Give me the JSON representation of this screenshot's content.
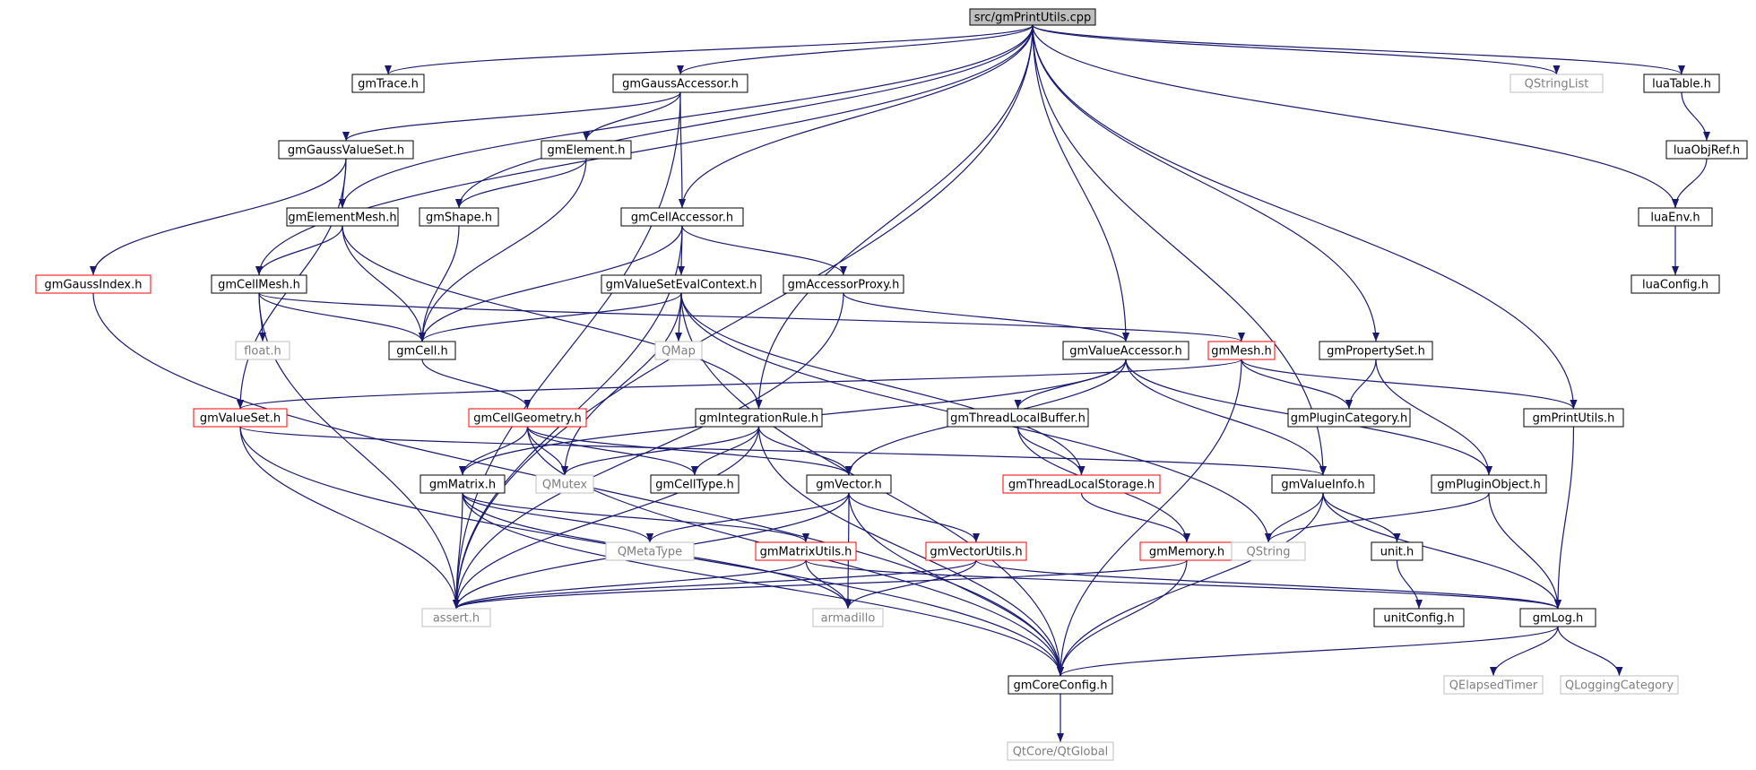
{
  "colors": {
    "edge": "#191970",
    "border_normal": "#000000",
    "border_incomplete": "#ff0000",
    "border_external": "#bfbfbf",
    "root_fill": "#bfbfbf",
    "node_fill": "#ffffff",
    "text_normal": "#000000",
    "text_external": "#7f7f7f"
  },
  "nodes": [
    {
      "id": "root",
      "label": "src/gmPrintUtils.cpp",
      "kind": "root"
    },
    {
      "id": "gmTrace",
      "label": "gmTrace.h",
      "kind": "normal"
    },
    {
      "id": "gmGaussAccessor",
      "label": "gmGaussAccessor.h",
      "kind": "normal"
    },
    {
      "id": "QStringList",
      "label": "QStringList",
      "kind": "external"
    },
    {
      "id": "luaTable",
      "label": "luaTable.h",
      "kind": "normal"
    },
    {
      "id": "luaObjRef",
      "label": "luaObjRef.h",
      "kind": "normal"
    },
    {
      "id": "gmGaussValueSet",
      "label": "gmGaussValueSet.h",
      "kind": "normal"
    },
    {
      "id": "gmElement",
      "label": "gmElement.h",
      "kind": "normal"
    },
    {
      "id": "gmElementMesh",
      "label": "gmElementMesh.h",
      "kind": "normal"
    },
    {
      "id": "gmShape",
      "label": "gmShape.h",
      "kind": "normal"
    },
    {
      "id": "gmCellAccessor",
      "label": "gmCellAccessor.h",
      "kind": "normal"
    },
    {
      "id": "luaEnv",
      "label": "luaEnv.h",
      "kind": "normal"
    },
    {
      "id": "gmGaussIndex",
      "label": "gmGaussIndex.h",
      "kind": "incomplete"
    },
    {
      "id": "gmCellMesh",
      "label": "gmCellMesh.h",
      "kind": "normal"
    },
    {
      "id": "gmValueSetEvalContext",
      "label": "gmValueSetEvalContext.h",
      "kind": "normal"
    },
    {
      "id": "gmAccessorProxy",
      "label": "gmAccessorProxy.h",
      "kind": "normal"
    },
    {
      "id": "luaConfig",
      "label": "luaConfig.h",
      "kind": "normal"
    },
    {
      "id": "float",
      "label": "float.h",
      "kind": "external"
    },
    {
      "id": "gmCell",
      "label": "gmCell.h",
      "kind": "normal"
    },
    {
      "id": "QMap",
      "label": "QMap",
      "kind": "external"
    },
    {
      "id": "gmValueAccessor",
      "label": "gmValueAccessor.h",
      "kind": "normal"
    },
    {
      "id": "gmMesh",
      "label": "gmMesh.h",
      "kind": "incomplete"
    },
    {
      "id": "gmPropertySet",
      "label": "gmPropertySet.h",
      "kind": "normal"
    },
    {
      "id": "gmValueSet",
      "label": "gmValueSet.h",
      "kind": "incomplete"
    },
    {
      "id": "gmCellGeometry",
      "label": "gmCellGeometry.h",
      "kind": "incomplete"
    },
    {
      "id": "gmIntegrationRule",
      "label": "gmIntegrationRule.h",
      "kind": "normal"
    },
    {
      "id": "gmThreadLocalBuffer",
      "label": "gmThreadLocalBuffer.h",
      "kind": "normal"
    },
    {
      "id": "gmPluginCategory",
      "label": "gmPluginCategory.h",
      "kind": "normal"
    },
    {
      "id": "gmPrintUtilsH",
      "label": "gmPrintUtils.h",
      "kind": "normal"
    },
    {
      "id": "gmMatrix",
      "label": "gmMatrix.h",
      "kind": "normal"
    },
    {
      "id": "QMutex",
      "label": "QMutex",
      "kind": "external"
    },
    {
      "id": "gmCellType",
      "label": "gmCellType.h",
      "kind": "normal"
    },
    {
      "id": "gmVector",
      "label": "gmVector.h",
      "kind": "normal"
    },
    {
      "id": "gmThreadLocalStorage",
      "label": "gmThreadLocalStorage.h",
      "kind": "incomplete"
    },
    {
      "id": "gmValueInfo",
      "label": "gmValueInfo.h",
      "kind": "normal"
    },
    {
      "id": "gmPluginObject",
      "label": "gmPluginObject.h",
      "kind": "normal"
    },
    {
      "id": "QMetaType",
      "label": "QMetaType",
      "kind": "external"
    },
    {
      "id": "gmMatrixUtils",
      "label": "gmMatrixUtils.h",
      "kind": "incomplete"
    },
    {
      "id": "gmVectorUtils",
      "label": "gmVectorUtils.h",
      "kind": "incomplete"
    },
    {
      "id": "gmMemory",
      "label": "gmMemory.h",
      "kind": "incomplete"
    },
    {
      "id": "QString",
      "label": "QString",
      "kind": "external"
    },
    {
      "id": "unit",
      "label": "unit.h",
      "kind": "normal"
    },
    {
      "id": "assert",
      "label": "assert.h",
      "kind": "external"
    },
    {
      "id": "armadillo",
      "label": "armadillo",
      "kind": "external"
    },
    {
      "id": "unitConfig",
      "label": "unitConfig.h",
      "kind": "normal"
    },
    {
      "id": "gmLog",
      "label": "gmLog.h",
      "kind": "normal"
    },
    {
      "id": "gmCoreConfig",
      "label": "gmCoreConfig.h",
      "kind": "normal"
    },
    {
      "id": "QElapsedTimer",
      "label": "QElapsedTimer",
      "kind": "external"
    },
    {
      "id": "QLoggingCategory",
      "label": "QLoggingCategory",
      "kind": "external"
    },
    {
      "id": "QtGlobal",
      "label": "QtCore/QtGlobal",
      "kind": "external"
    }
  ],
  "edges": [
    [
      "root",
      "gmTrace"
    ],
    [
      "root",
      "gmGaussAccessor"
    ],
    [
      "root",
      "QStringList"
    ],
    [
      "root",
      "luaTable"
    ],
    [
      "root",
      "luaEnv"
    ],
    [
      "root",
      "gmElementMesh"
    ],
    [
      "root",
      "gmShape"
    ],
    [
      "root",
      "gmCellMesh"
    ],
    [
      "root",
      "gmCellAccessor"
    ],
    [
      "root",
      "gmValueAccessor"
    ],
    [
      "root",
      "gmIntegrationRule"
    ],
    [
      "root",
      "gmPropertySet"
    ],
    [
      "root",
      "gmPrintUtilsH"
    ],
    [
      "root",
      "gmValueInfo"
    ],
    [
      "root",
      "assert"
    ],
    [
      "luaTable",
      "luaObjRef"
    ],
    [
      "luaObjRef",
      "luaEnv"
    ],
    [
      "luaEnv",
      "luaConfig"
    ],
    [
      "gmGaussAccessor",
      "gmGaussValueSet"
    ],
    [
      "gmGaussAccessor",
      "gmElement"
    ],
    [
      "gmGaussAccessor",
      "gmCellAccessor"
    ],
    [
      "gmGaussAccessor",
      "assert"
    ],
    [
      "gmGaussValueSet",
      "gmGaussIndex"
    ],
    [
      "gmGaussValueSet",
      "gmElementMesh"
    ],
    [
      "gmGaussValueSet",
      "gmValueSet"
    ],
    [
      "gmElement",
      "gmShape"
    ],
    [
      "gmElement",
      "gmCell"
    ],
    [
      "gmElementMesh",
      "gmCellMesh"
    ],
    [
      "gmElementMesh",
      "gmCell"
    ],
    [
      "gmElementMesh",
      "gmIntegrationRule"
    ],
    [
      "gmShape",
      "gmCell"
    ],
    [
      "gmCellAccessor",
      "gmCell"
    ],
    [
      "gmCellAccessor",
      "gmValueSetEvalContext"
    ],
    [
      "gmCellAccessor",
      "gmAccessorProxy"
    ],
    [
      "gmCellAccessor",
      "assert"
    ],
    [
      "gmCellMesh",
      "float"
    ],
    [
      "gmCellMesh",
      "gmCell"
    ],
    [
      "gmCellMesh",
      "gmMesh"
    ],
    [
      "gmCellMesh",
      "assert"
    ],
    [
      "gmValueSetEvalContext",
      "gmCell"
    ],
    [
      "gmValueSetEvalContext",
      "QMap"
    ],
    [
      "gmValueSetEvalContext",
      "QMutex"
    ],
    [
      "gmValueSetEvalContext",
      "gmThreadLocalStorage"
    ],
    [
      "gmValueSetEvalContext",
      "QString"
    ],
    [
      "gmValueSetEvalContext",
      "gmCoreConfig"
    ],
    [
      "gmAccessorProxy",
      "gmValueAccessor"
    ],
    [
      "gmAccessorProxy",
      "assert"
    ],
    [
      "gmCell",
      "gmCellGeometry"
    ],
    [
      "gmGaussIndex",
      "gmCoreConfig"
    ],
    [
      "gmValueAccessor",
      "gmThreadLocalBuffer"
    ],
    [
      "gmValueAccessor",
      "gmValueInfo"
    ],
    [
      "gmValueAccessor",
      "gmVector"
    ],
    [
      "gmValueAccessor",
      "gmMatrix"
    ],
    [
      "gmValueAccessor",
      "gmPluginObject"
    ],
    [
      "gmMesh",
      "gmValueSet"
    ],
    [
      "gmMesh",
      "gmPluginCategory"
    ],
    [
      "gmMesh",
      "gmPrintUtilsH"
    ],
    [
      "gmMesh",
      "gmCoreConfig"
    ],
    [
      "gmPropertySet",
      "gmPluginCategory"
    ],
    [
      "gmPropertySet",
      "gmPluginObject"
    ],
    [
      "gmValueSet",
      "gmValueInfo"
    ],
    [
      "gmValueSet",
      "assert"
    ],
    [
      "gmValueSet",
      "gmCoreConfig"
    ],
    [
      "gmCellGeometry",
      "gmMatrix"
    ],
    [
      "gmCellGeometry",
      "QMutex"
    ],
    [
      "gmCellGeometry",
      "gmCellType"
    ],
    [
      "gmCellGeometry",
      "gmVector"
    ],
    [
      "gmCellGeometry",
      "gmCoreConfig"
    ],
    [
      "gmIntegrationRule",
      "QMutex"
    ],
    [
      "gmIntegrationRule",
      "gmCellType"
    ],
    [
      "gmIntegrationRule",
      "gmVector"
    ],
    [
      "gmIntegrationRule",
      "assert"
    ],
    [
      "gmIntegrationRule",
      "gmCoreConfig"
    ],
    [
      "gmThreadLocalBuffer",
      "gmThreadLocalStorage"
    ],
    [
      "gmThreadLocalBuffer",
      "gmMemory"
    ],
    [
      "gmThreadLocalStorage",
      "gmMemory"
    ],
    [
      "gmPrintUtilsH",
      "gmLog"
    ],
    [
      "gmMatrix",
      "QMetaType"
    ],
    [
      "gmMatrix",
      "gmMatrixUtils"
    ],
    [
      "gmMatrix",
      "assert"
    ],
    [
      "gmMatrix",
      "armadillo"
    ],
    [
      "gmMatrix",
      "gmCoreConfig"
    ],
    [
      "gmVector",
      "QMetaType"
    ],
    [
      "gmVector",
      "gmVectorUtils"
    ],
    [
      "gmVector",
      "assert"
    ],
    [
      "gmVector",
      "armadillo"
    ],
    [
      "gmVector",
      "gmCoreConfig"
    ],
    [
      "gmValueInfo",
      "QString"
    ],
    [
      "gmValueInfo",
      "unit"
    ],
    [
      "gmValueInfo",
      "gmLog"
    ],
    [
      "gmValueInfo",
      "gmCoreConfig"
    ],
    [
      "gmPluginObject",
      "QString"
    ],
    [
      "gmPluginObject",
      "gmLog"
    ],
    [
      "gmMatrixUtils",
      "assert"
    ],
    [
      "gmMatrixUtils",
      "armadillo"
    ],
    [
      "gmMatrixUtils",
      "gmLog"
    ],
    [
      "gmVectorUtils",
      "assert"
    ],
    [
      "gmVectorUtils",
      "armadillo"
    ],
    [
      "gmVectorUtils",
      "gmLog"
    ],
    [
      "gmMemory",
      "assert"
    ],
    [
      "gmMemory",
      "gmCoreConfig"
    ],
    [
      "unit",
      "unitConfig"
    ],
    [
      "gmLog",
      "gmCoreConfig"
    ],
    [
      "gmLog",
      "QElapsedTimer"
    ],
    [
      "gmLog",
      "QLoggingCategory"
    ],
    [
      "gmCoreConfig",
      "QtGlobal"
    ]
  ]
}
